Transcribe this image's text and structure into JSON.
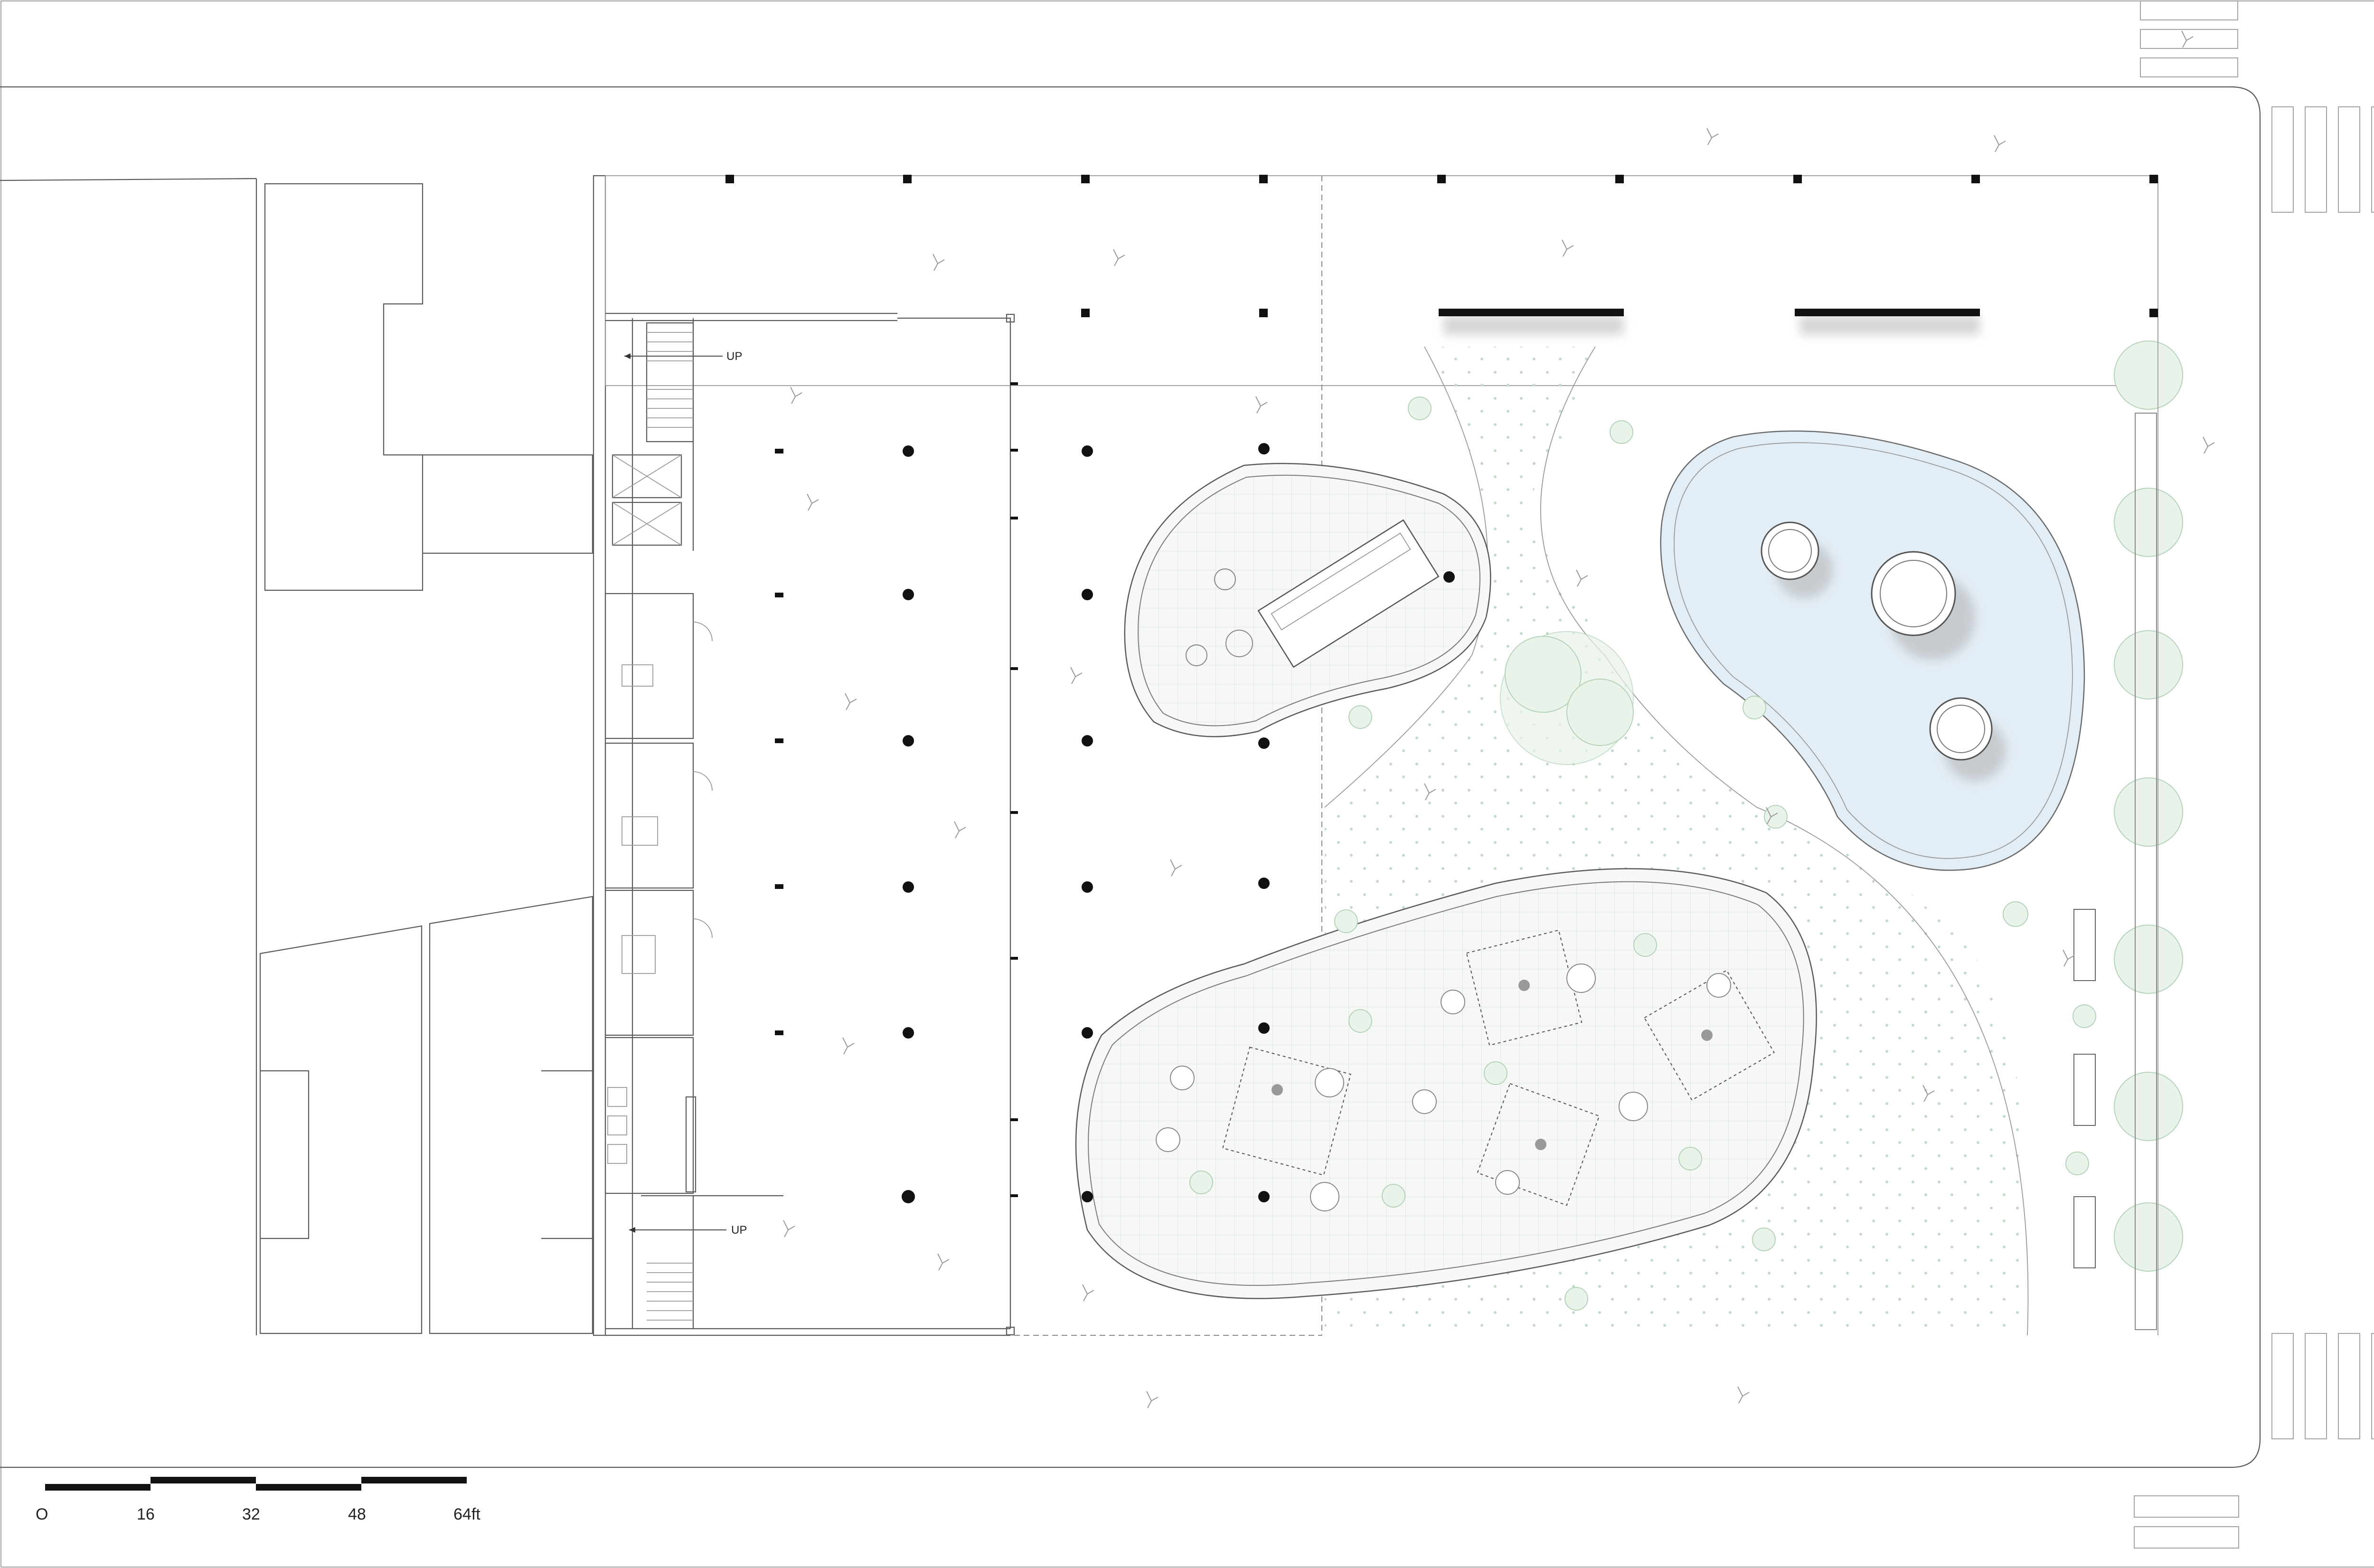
{
  "plan": {
    "stair_labels": [
      "UP",
      "UP"
    ],
    "scale_bar": {
      "labels": [
        "O",
        "16",
        "32",
        "48",
        "64ft"
      ]
    },
    "colors": {
      "line": "#5a5a5a",
      "water": "#e3edf5",
      "planting": "#e9f3ea",
      "column": "#111111"
    },
    "icons": [
      "tree-icon",
      "person-icon",
      "table-set-icon",
      "bench-icon",
      "fountain-icon"
    ]
  }
}
